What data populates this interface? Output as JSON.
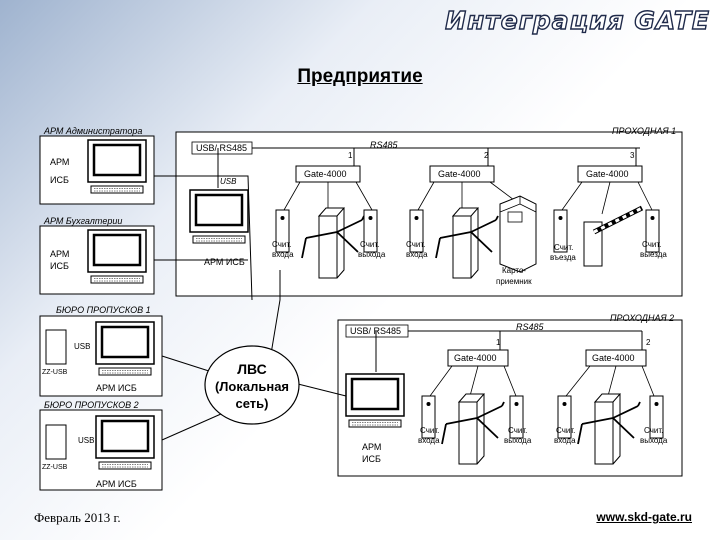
{
  "header": {
    "brand": "Интеграция GATE",
    "title": "Предприятие"
  },
  "footer": {
    "date": "Февраль 2013 г.",
    "site": "www.skd-gate.ru"
  },
  "boxes": {
    "admin": "АРМ Администратора",
    "admin_arm": "АРМ",
    "admin_isb": "ИСБ",
    "buh": "АРМ Бухгалтерии",
    "buh_arm": "АРМ",
    "buh_isb": "ИСБ",
    "bp1": "БЮРО ПРОПУСКОВ 1",
    "bp1_usb": "USB",
    "bp1_zz": "ZZ-USB",
    "bp1_arm": "АРМ ИСБ",
    "bp2": "БЮРО ПРОПУСКОВ 2",
    "bp2_usb": "USB",
    "bp2_zz": "ZZ-USB",
    "bp2_arm": "АРМ ИСБ"
  },
  "lan": {
    "line1": "ЛВС",
    "line2": "(Локальная",
    "line3": "сеть)"
  },
  "p1": {
    "label": "ПРОХОДНАЯ 1",
    "bus": "USB/ RS485",
    "rs": "RS485",
    "n1": "1",
    "n2": "2",
    "n3": "3",
    "usb": "USB",
    "arm": "АРМ ИСБ",
    "gate1": "Gate-4000",
    "gate2": "Gate-4000",
    "gate3": "Gate-4000",
    "r1a": "Счит.",
    "r1b": "входа",
    "r2a": "Счит.",
    "r2b": "выхода",
    "r3a": "Счит.",
    "r3b": "входа",
    "card_a": "Карто-",
    "card_b": "приемник",
    "r4a": "Счит.",
    "r4b": "въезда",
    "r5a": "Счит.",
    "r5b": "выезда"
  },
  "p2": {
    "label": "ПРОХОДНАЯ 2",
    "bus": "USB/ RS485",
    "rs": "RS485",
    "n1": "1",
    "n2": "2",
    "gate1": "Gate-4000",
    "gate2": "Gate-4000",
    "arm_a": "АРМ",
    "arm_b": "ИСБ",
    "r1a": "Счит.",
    "r1b": "входа",
    "r2a": "Счит.",
    "r2b": "выхода",
    "r3a": "Счит.",
    "r3b": "входа",
    "r4a": "Счит.",
    "r4b": "выхода"
  }
}
